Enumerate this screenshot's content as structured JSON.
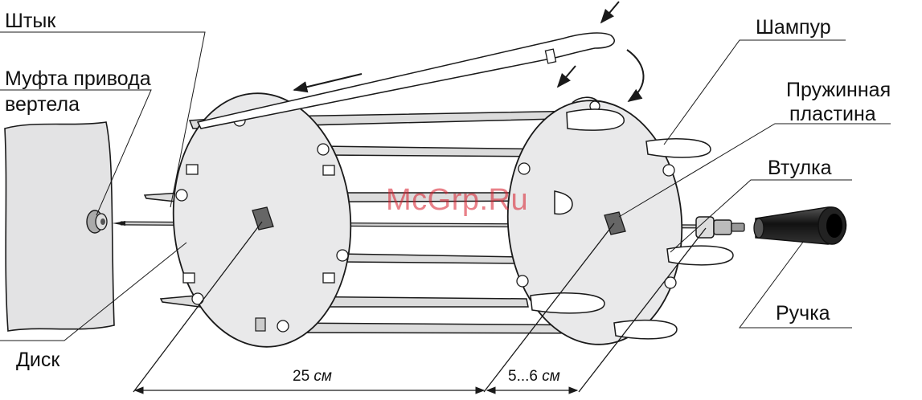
{
  "labels": {
    "shtyk": "Штык",
    "mufta_line1": "Муфта привода",
    "mufta_line2": "вертела",
    "disk": "Диск",
    "shampur": "Шампур",
    "plastina_line1": "Пружинная",
    "plastina_line2": "пластина",
    "vtulka": "Втулка",
    "ruchka": "Ручка"
  },
  "dimensions": {
    "d1_value": "25",
    "d1_unit": "см",
    "d2_value": "5...6",
    "d2_unit": "см"
  },
  "watermark": "McGrp.Ru",
  "colors": {
    "line": "#1a1a1a",
    "disk_fill": "#e9e9ea",
    "rod_fill": "#dcdcdc",
    "watermark": "#d81b2a"
  }
}
